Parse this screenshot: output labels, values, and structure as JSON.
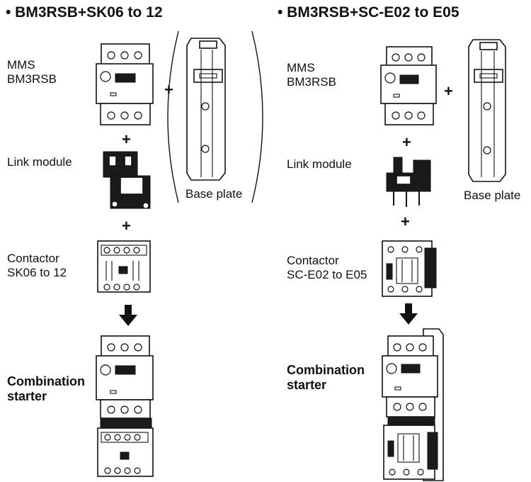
{
  "left": {
    "heading": "• BM3RSB+SK06 to 12",
    "mms_label": [
      "MMS",
      "BM3RSB"
    ],
    "link_label": "Link module",
    "contactor_label": [
      "Contactor",
      "SK06 to 12"
    ],
    "base_label": "Base plate",
    "result_label": [
      "Combination",
      "starter"
    ]
  },
  "right": {
    "heading": "• BM3RSB+SC-E02 to E05",
    "mms_label": [
      "MMS",
      "BM3RSB"
    ],
    "link_label": "Link module",
    "contactor_label": [
      "Contactor",
      "SC-E02 to E05"
    ],
    "base_label": "Base plate",
    "result_label": [
      "Combination",
      "starter"
    ]
  },
  "symbols": {
    "plus": "+"
  }
}
